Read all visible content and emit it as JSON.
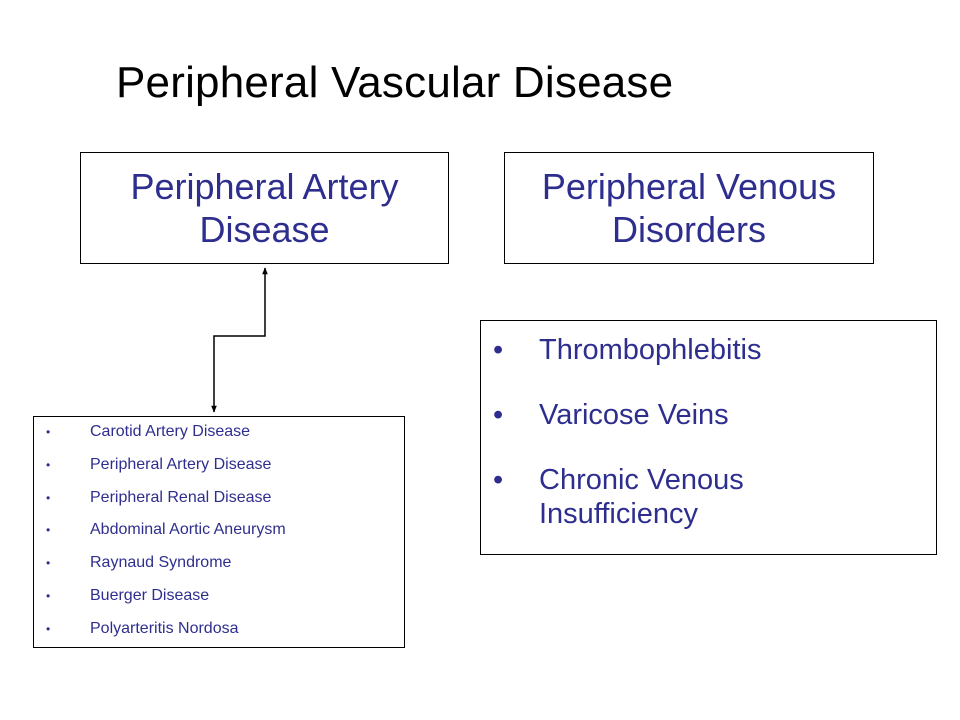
{
  "title": "Peripheral Vascular Disease",
  "colors": {
    "text_blue": "#2e2e8f",
    "border": "#000000",
    "background": "#ffffff"
  },
  "artery_header": {
    "line1": "Peripheral Artery",
    "line2": "Disease"
  },
  "venous_header": {
    "line1": "Peripheral Venous",
    "line2": "Disorders"
  },
  "bullet_glyph": "•",
  "venous_items": [
    {
      "line1": "Thrombophlebitis",
      "line2": ""
    },
    {
      "line1": "Varicose Veins",
      "line2": ""
    },
    {
      "line1": "Chronic Venous",
      "line2": "Insufficiency"
    }
  ],
  "artery_items": [
    "Carotid Artery Disease",
    "Peripheral Artery Disease",
    "Peripheral Renal Disease",
    "Abdominal Aortic Aneurysm",
    "Raynaud Syndrome",
    "Buerger Disease",
    "Polyarteritis Nordosa"
  ]
}
